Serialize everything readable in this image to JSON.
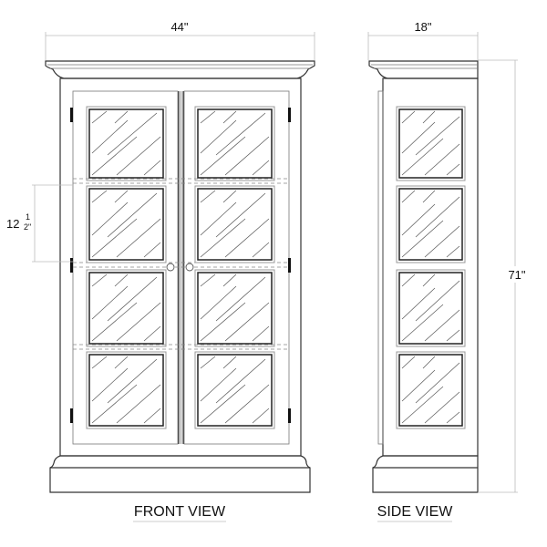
{
  "drawing": {
    "subject": "Glass-door display cabinet",
    "dimensions": {
      "width": "44\"",
      "depth": "18\"",
      "height": "71\"",
      "panel_height_whole": "12",
      "panel_height_frac_num": "1",
      "panel_height_frac_den": "2\""
    },
    "views": {
      "front": {
        "label": "FRONT VIEW"
      },
      "side": {
        "label": "SIDE VIEW"
      }
    },
    "front_panels_per_door": 4,
    "doors": 2,
    "side_panels": 4
  }
}
